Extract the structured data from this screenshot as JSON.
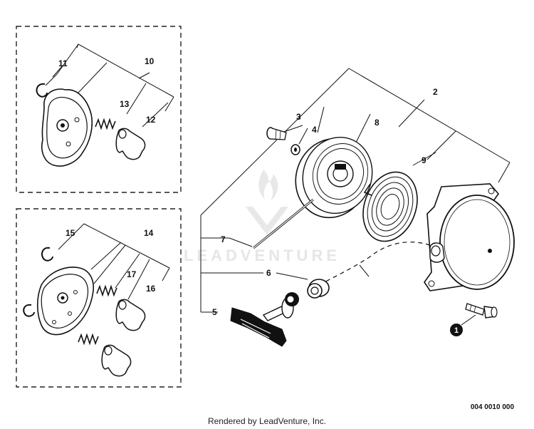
{
  "watermark": {
    "text": "LEADVENTURE"
  },
  "callouts": {
    "c1": "1",
    "c2": "2",
    "c3": "3",
    "c4": "4",
    "c5": "5",
    "c6": "6",
    "c7": "7",
    "c8": "8",
    "c9": "9",
    "c10": "10",
    "c11": "11",
    "c12": "12",
    "c13": "13",
    "c14": "14",
    "c15": "15",
    "c16": "16",
    "c17": "17"
  },
  "reference_code": "004 0010 000",
  "footer_text": "Rendered by LeadVenture, Inc.",
  "colors": {
    "line": "#111111",
    "dash_box": "#222222",
    "watermark": "#e6e6e6"
  }
}
